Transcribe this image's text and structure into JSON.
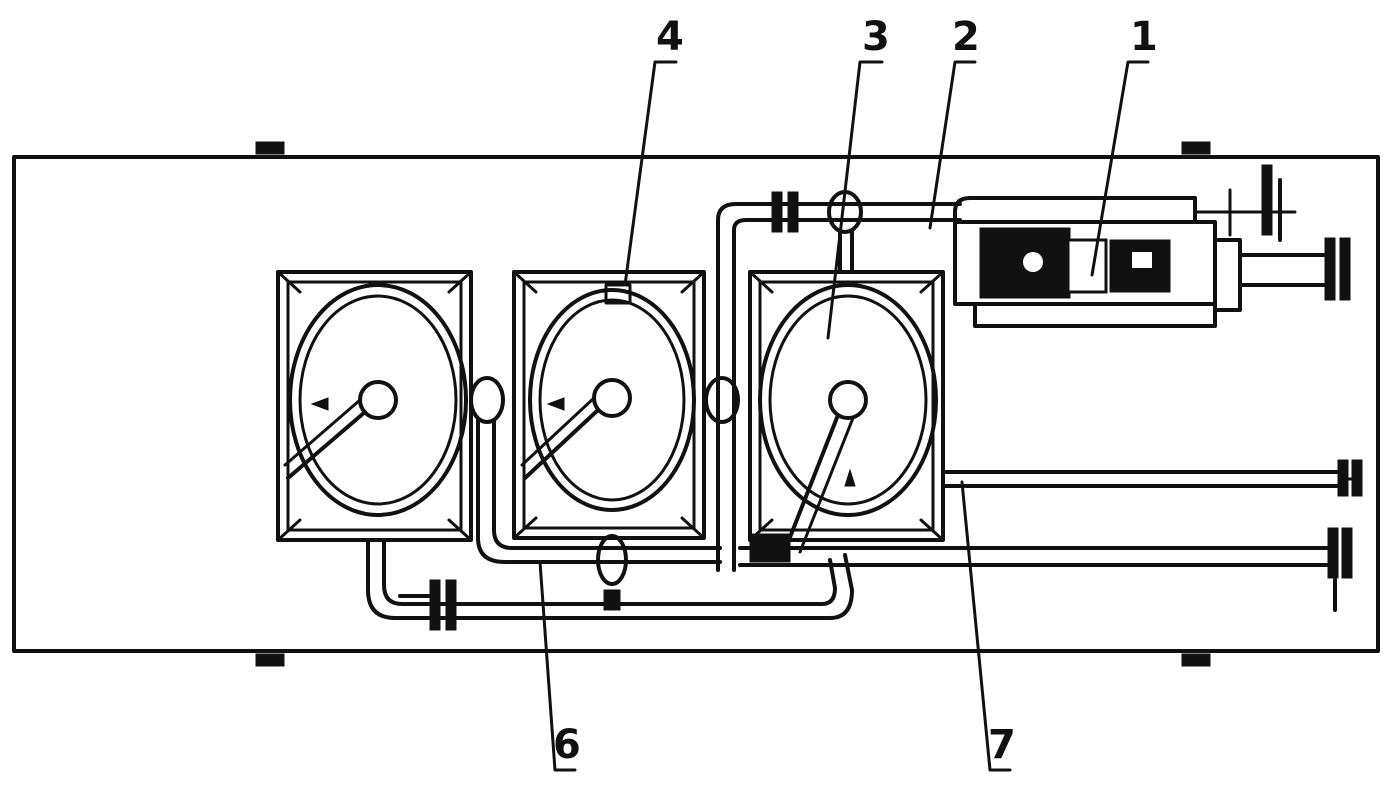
{
  "diagram": {
    "labels": [
      {
        "id": "1",
        "text": "1"
      },
      {
        "id": "2",
        "text": "2"
      },
      {
        "id": "3",
        "text": "3"
      },
      {
        "id": "4",
        "text": "4"
      },
      {
        "id": "6",
        "text": "6"
      },
      {
        "id": "7",
        "text": "7"
      }
    ],
    "colors": {
      "ink": "#111111",
      "background": "#ffffff"
    }
  }
}
